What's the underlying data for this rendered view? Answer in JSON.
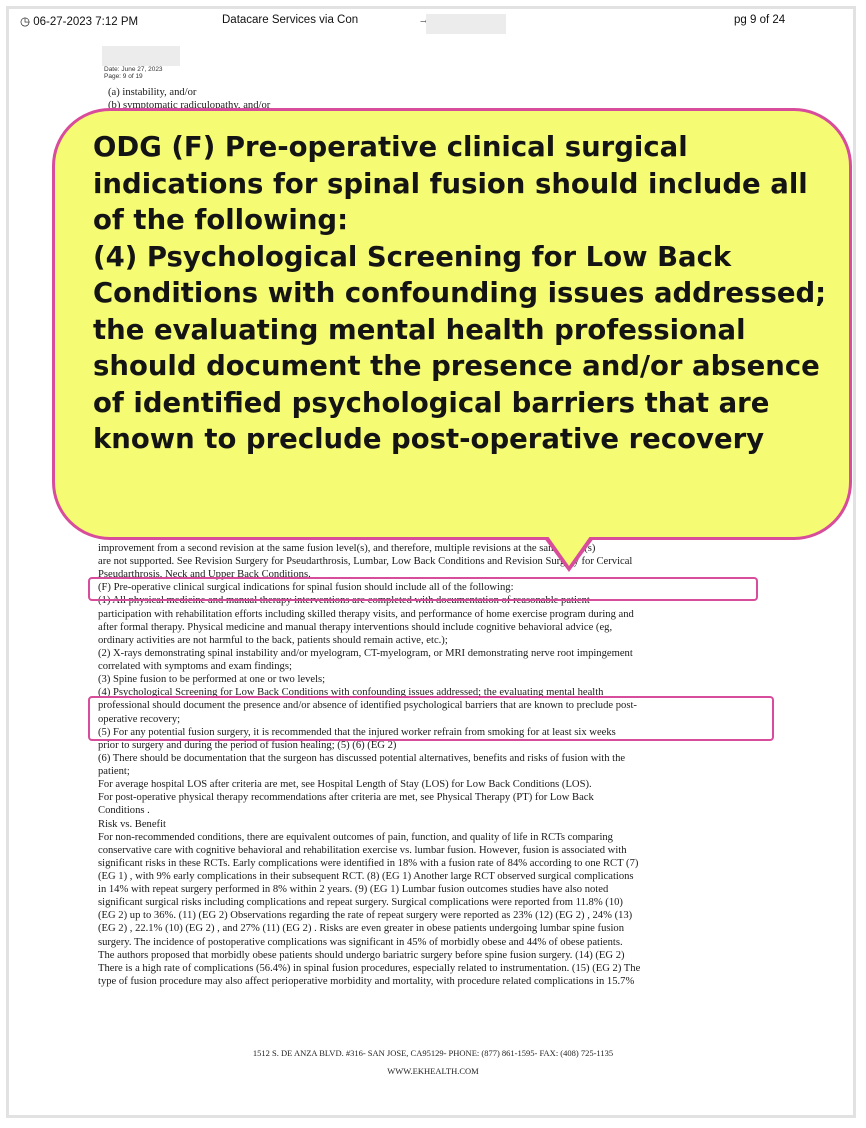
{
  "fax_header": {
    "timestamp": "06-27-2023 7:12 PM",
    "sender": "Datacare Services via Con",
    "arrow": "→",
    "page": "pg 9 of 24"
  },
  "doc_meta": {
    "date_line": "Date: June 27, 2023",
    "page_line": "Page: 9 of 19"
  },
  "top_lines": [
    "(a) instability, and/or",
    "(b) symptomatic radiculopathy, and/or"
  ],
  "callout": {
    "heading": "ODG (F) Pre-operative clinical surgical indications for spinal fusion should include all of the following:",
    "body": "(4) Psychological Screening for Low Back Conditions with confounding issues addressed; the evaluating mental health professional should document the presence and/or absence of identified psychological barriers that are known to preclude post-operative recovery"
  },
  "body_lines": [
    "improvement from a second revision at the same fusion level(s), and therefore, multiple revisions at the same level(s)",
    "are not supported. See Revision Surgery for Pseudarthrosis, Lumbar, Low Back Conditions and Revision Surgery for Cervical",
    "Pseudarthrosis, Neck and Upper Back Conditions.",
    "(F) Pre-operative clinical surgical indications for spinal fusion should include all of the following:",
    "(1) All physical medicine and manual therapy interventions are completed with documentation of reasonable patient",
    "participation with rehabilitation efforts including skilled therapy visits, and performance of home exercise program during and",
    "after formal therapy. Physical medicine and manual therapy interventions should include cognitive behavioral advice (eg,",
    "ordinary activities are not harmful to the back, patients should remain active, etc.);",
    "(2) X-rays demonstrating spinal instability and/or myelogram, CT-myelogram, or MRI demonstrating nerve root impingement",
    "correlated with symptoms and exam findings;",
    "(3) Spine fusion to be performed at one or two levels;",
    "(4) Psychological Screening for Low Back Conditions with confounding issues addressed; the evaluating mental health",
    "professional should document the presence and/or absence of identified psychological barriers that are known to preclude post-",
    "operative recovery;",
    "(5) For any potential fusion surgery, it is recommended that the injured worker refrain from smoking for at least six weeks",
    "prior to surgery and during the period of fusion healing; (5) (6) (EG 2)",
    "(6) There should be documentation that the surgeon has discussed potential alternatives, benefits and risks of fusion with the",
    "patient;",
    "For average hospital LOS after criteria are met, see Hospital Length of Stay (LOS) for Low Back Conditions (LOS).",
    "For post-operative physical therapy recommendations after criteria are met, see Physical Therapy (PT) for Low Back",
    "Conditions .",
    "Risk vs. Benefit",
    "For non-recommended conditions, there are equivalent outcomes of pain, function, and quality of life in RCTs comparing",
    "conservative care with cognitive behavioral and rehabilitation exercise vs. lumbar fusion. However, fusion is associated with",
    "significant risks in these RCTs. Early complications were identified in 18% with a fusion rate of 84% according to one RCT (7)",
    "(EG 1) , with 9% early complications in their subsequent RCT. (8) (EG 1) Another large RCT observed surgical complications",
    "in 14% with repeat surgery performed in 8% within 2 years. (9) (EG 1) Lumbar fusion outcomes studies have also noted",
    "significant surgical risks including complications and repeat surgery. Surgical complications were reported from 11.8% (10)",
    "(EG 2) up to 36%. (11) (EG 2) Observations regarding the rate of repeat surgery were reported as 23% (12) (EG 2) , 24% (13)",
    "(EG 2) , 22.1% (10) (EG 2) , and 27% (11) (EG 2) . Risks are even greater in obese patients undergoing lumbar spine fusion",
    "surgery. The incidence of postoperative complications was significant in 45% of morbidly obese and 44% of obese patients.",
    "The authors proposed that morbidly obese patients should undergo bariatric surgery before spine fusion surgery. (14) (EG 2)",
    "There is a high rate of complications (56.4%) in spinal fusion procedures, especially related to instrumentation. (15) (EG 2) The",
    "type of fusion procedure may also affect perioperative morbidity and mortality, with procedure related complications in 15.7%"
  ],
  "footer": {
    "address": "1512 S. DE ANZA BLVD. #316- SAN JOSE, CA95129- PHONE: (877) 861-1595- FAX: (408) 725-1135",
    "website": "WWW.EKHEALTH.COM"
  },
  "colors": {
    "callout_fill": "#f5fb72",
    "highlight_border": "#d84c9c"
  },
  "icons": {
    "timestamp": "clock-icon"
  }
}
